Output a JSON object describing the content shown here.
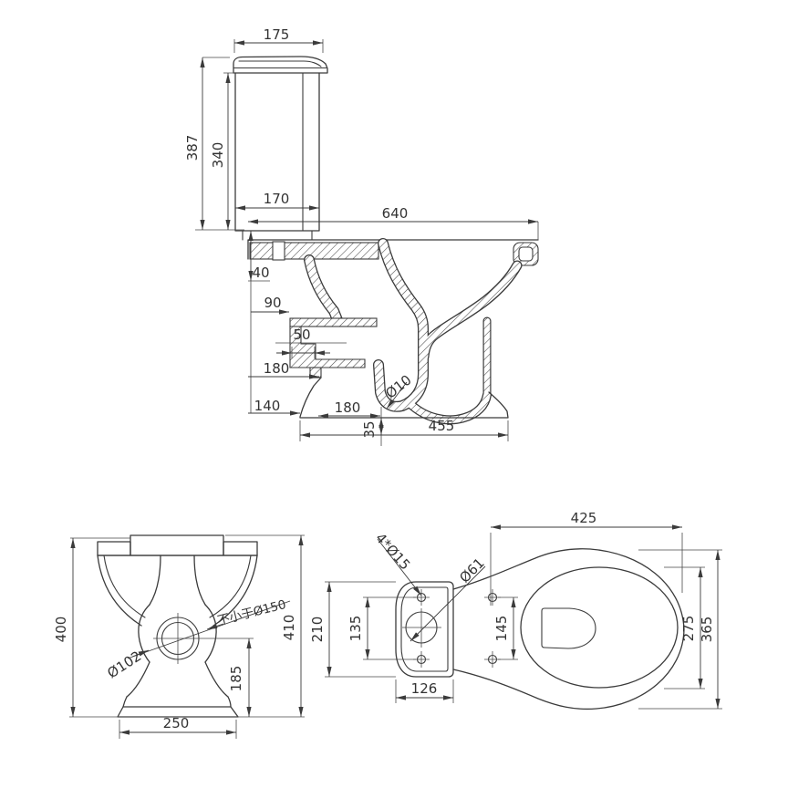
{
  "drawing": {
    "side_view": {
      "lid_width": "175",
      "total_height": "387",
      "tank_height": "340",
      "tank_depth": "170",
      "total_depth": "640",
      "rim_depth": "40",
      "d90": "90",
      "d50": "50",
      "d180_upper": "180",
      "d140": "140",
      "d180_lower": "180",
      "outlet_dia": "Ø10",
      "d35": "35",
      "base_depth": "455"
    },
    "front_view": {
      "h400": "400",
      "h410": "410",
      "spigot_dia": "Ø102",
      "clearance_note": "不小于Ø150",
      "d185": "185",
      "base_width": "250"
    },
    "plan_view": {
      "w425": "425",
      "fix_holes": "4*Ø15",
      "d61": "Ø61",
      "h210": "210",
      "h135": "135",
      "h145": "145",
      "h275": "275",
      "h365": "365",
      "w126": "126"
    }
  }
}
